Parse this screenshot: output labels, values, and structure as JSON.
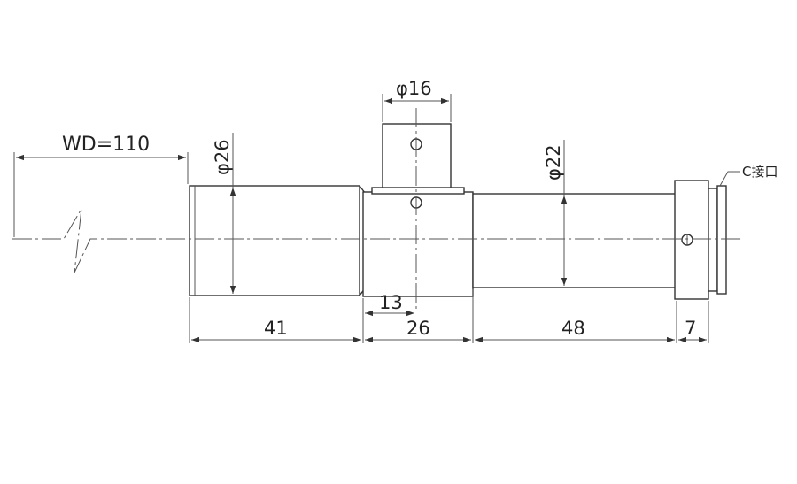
{
  "drawing": {
    "working_distance": "WD=110",
    "diameters": {
      "front": "φ26",
      "top_block": "φ16",
      "rear": "φ22"
    },
    "lengths": {
      "front": "41",
      "middle": "26",
      "offset": "13",
      "rear": "48",
      "mount": "7"
    },
    "mount_label": "C接口"
  }
}
